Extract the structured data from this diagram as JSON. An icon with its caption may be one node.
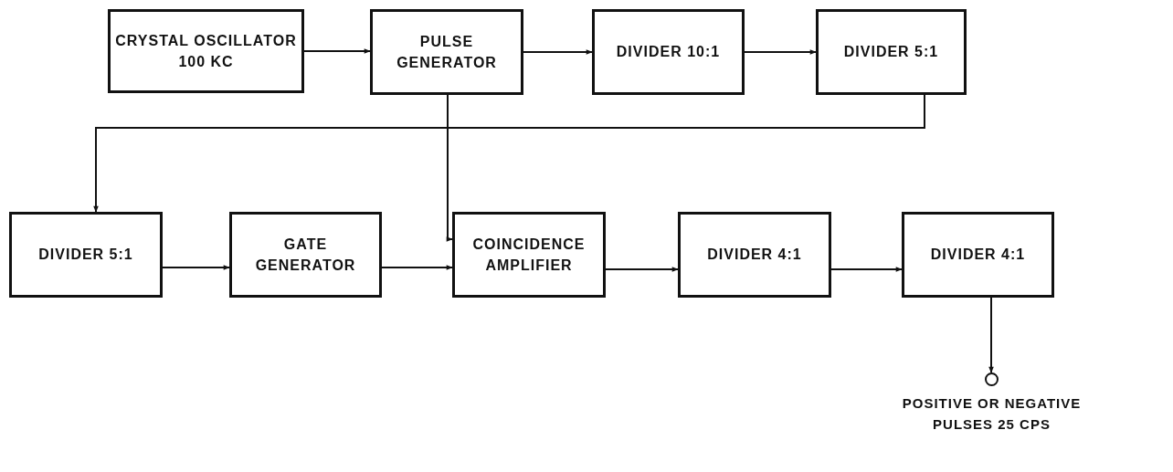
{
  "diagram": {
    "nodes": [
      {
        "text": [
          "CRYSTAL OSCILLATOR 100 KC"
        ]
      },
      {
        "text": [
          "PULSE GENERATOR"
        ]
      },
      {
        "text": [
          "DIVIDER 10:1"
        ]
      },
      {
        "text": [
          "DIVIDER 5:1"
        ]
      },
      {
        "text": [
          "DIVIDER 5:1"
        ]
      },
      {
        "text": [
          "GATE GENERATOR"
        ]
      },
      {
        "text": [
          "COINCIDENCE AMPLIFIER"
        ]
      },
      {
        "text": [
          "DIVIDER 4:1"
        ]
      },
      {
        "text": [
          "DIVIDER 4:1"
        ]
      },
      {
        "text": [],
        "shape": "circle",
        "beside": [
          "POSITIVE OR NEGATIVE PULSES 25 CPS"
        ]
      }
    ],
    "edges": [
      {
        "from": 0,
        "to": 1,
        "arrow": "to"
      },
      {
        "from": 1,
        "to": 2,
        "arrow": "to"
      },
      {
        "from": 2,
        "to": 3,
        "arrow": "to"
      },
      {
        "from": 3,
        "to": 4,
        "arrow": "to"
      },
      {
        "from": 1,
        "to": 6,
        "arrow": "to"
      },
      {
        "from": 4,
        "to": 5,
        "arrow": "to"
      },
      {
        "from": 5,
        "to": 6,
        "arrow": "to"
      },
      {
        "from": 6,
        "to": 7,
        "arrow": "to"
      },
      {
        "from": 7,
        "to": 8,
        "arrow": "to"
      },
      {
        "from": 8,
        "to": 9,
        "arrow": "to"
      }
    ]
  }
}
